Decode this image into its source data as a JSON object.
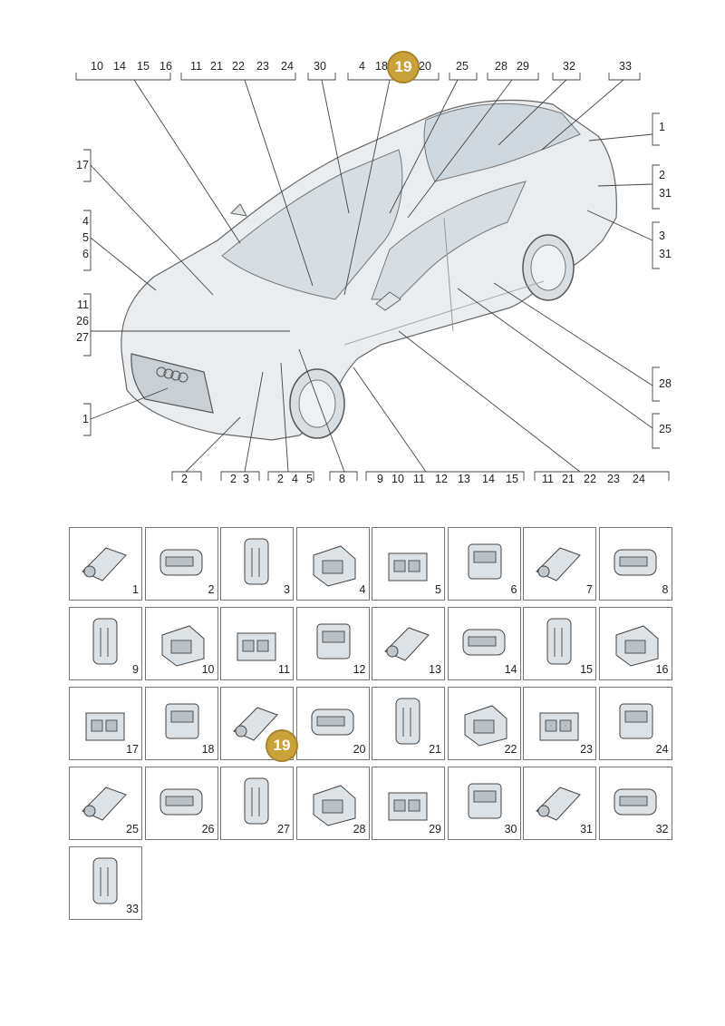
{
  "callouts_top": [
    {
      "id": "g1",
      "labels": [
        "10",
        "14",
        "15",
        "16"
      ]
    },
    {
      "id": "g2",
      "labels": [
        "11",
        "21",
        "22",
        "23",
        "24"
      ]
    },
    {
      "id": "g3",
      "labels": [
        "30"
      ]
    },
    {
      "id": "g4",
      "labels": [
        "4",
        "18",
        "19",
        "20"
      ]
    },
    {
      "id": "g5",
      "labels": [
        "25"
      ]
    },
    {
      "id": "g6",
      "labels": [
        "28",
        "29"
      ]
    },
    {
      "id": "g7",
      "labels": [
        "32"
      ]
    },
    {
      "id": "g8",
      "labels": [
        "33"
      ]
    }
  ],
  "callouts_bottom": [
    {
      "id": "b1",
      "labels": [
        "2"
      ]
    },
    {
      "id": "b2",
      "labels": [
        "2",
        "3"
      ]
    },
    {
      "id": "b3",
      "labels": [
        "2",
        "4",
        "5"
      ]
    },
    {
      "id": "b4",
      "labels": [
        "8"
      ]
    },
    {
      "id": "b5",
      "labels": [
        "9",
        "10",
        "11",
        "12",
        "13",
        "14",
        "15"
      ]
    },
    {
      "id": "b6",
      "labels": [
        "11",
        "21",
        "22",
        "23",
        "24"
      ]
    }
  ],
  "callouts_left": [
    {
      "id": "l1",
      "labels": [
        "17"
      ]
    },
    {
      "id": "l2",
      "labels": [
        "4",
        "5",
        "6"
      ]
    },
    {
      "id": "l3",
      "labels": [
        "11",
        "26",
        "27"
      ]
    },
    {
      "id": "l4",
      "labels": [
        "1"
      ]
    }
  ],
  "callouts_right": [
    {
      "id": "r1",
      "labels": [
        "1"
      ]
    },
    {
      "id": "r2",
      "labels": [
        "2",
        "31"
      ]
    },
    {
      "id": "r3",
      "labels": [
        "3",
        "31"
      ]
    },
    {
      "id": "r4",
      "labels": [
        "28"
      ]
    },
    {
      "id": "r5",
      "labels": [
        "25"
      ]
    }
  ],
  "highlight_badge": "19",
  "connectors": [
    "1",
    "2",
    "3",
    "4",
    "5",
    "6",
    "7",
    "8",
    "9",
    "10",
    "11",
    "12",
    "13",
    "14",
    "15",
    "16",
    "17",
    "18",
    "19",
    "20",
    "21",
    "22",
    "23",
    "24",
    "25",
    "26",
    "27",
    "28",
    "29",
    "30",
    "31",
    "32",
    "33"
  ],
  "colors": {
    "badge": "#c9a23a",
    "car_body": "#e9edf0",
    "glass": "#d6dee3",
    "line": "#444444"
  }
}
